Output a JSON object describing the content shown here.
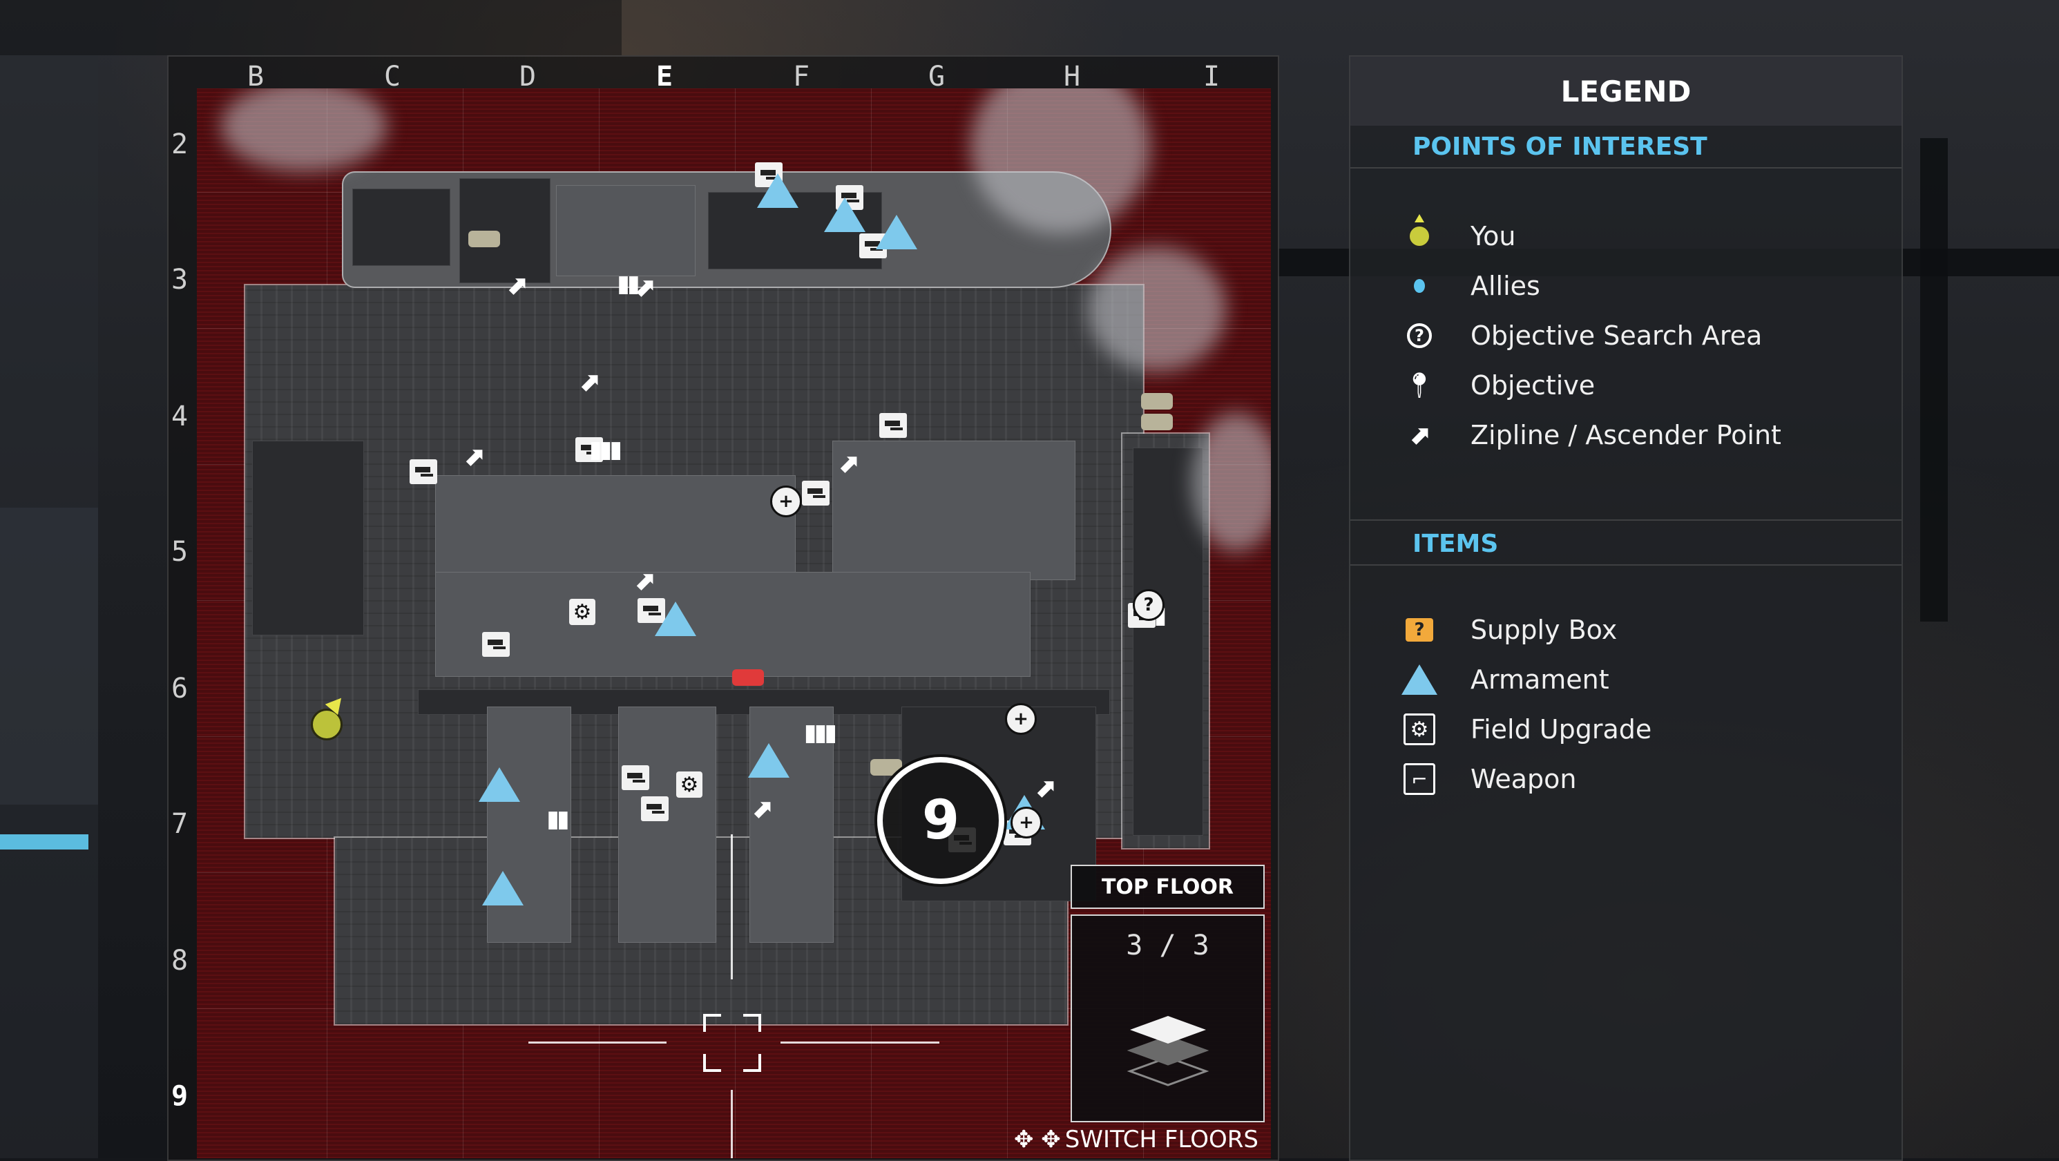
{
  "map": {
    "columns": [
      "B",
      "C",
      "D",
      "E",
      "F",
      "G",
      "H",
      "I"
    ],
    "active_column": "E",
    "rows": [
      "2",
      "3",
      "4",
      "5",
      "6",
      "7",
      "8",
      "9"
    ],
    "active_row": "9",
    "objective_number": "9"
  },
  "floor": {
    "label": "TOP FLOOR",
    "count": "3 / 3",
    "switch_hint": "SWITCH FLOORS",
    "dpad_glyph": "✥ ✥"
  },
  "legend": {
    "title": "LEGEND",
    "points_title": "POINTS OF INTEREST",
    "points": [
      {
        "icon": "you-icon",
        "label": "You"
      },
      {
        "icon": "allies-icon",
        "label": "Allies"
      },
      {
        "icon": "objective-search-area-icon",
        "label": "Objective Search Area"
      },
      {
        "icon": "objective-icon",
        "label": "Objective"
      },
      {
        "icon": "zipline-icon",
        "label": "Zipline / Ascender Point"
      }
    ],
    "items_title": "ITEMS",
    "items": [
      {
        "icon": "supply-box-icon",
        "label": "Supply Box"
      },
      {
        "icon": "armament-icon",
        "label": "Armament"
      },
      {
        "icon": "field-upgrade-icon",
        "label": "Field Upgrade"
      },
      {
        "icon": "weapon-icon",
        "label": "Weapon"
      }
    ]
  },
  "colors": {
    "accent_blue": "#5bc4ef",
    "armament": "#7ec9ec",
    "supply_box": "#f2a93b",
    "you": "#c9cc3c",
    "map_out_of_bounds": "#4a0c0f"
  }
}
